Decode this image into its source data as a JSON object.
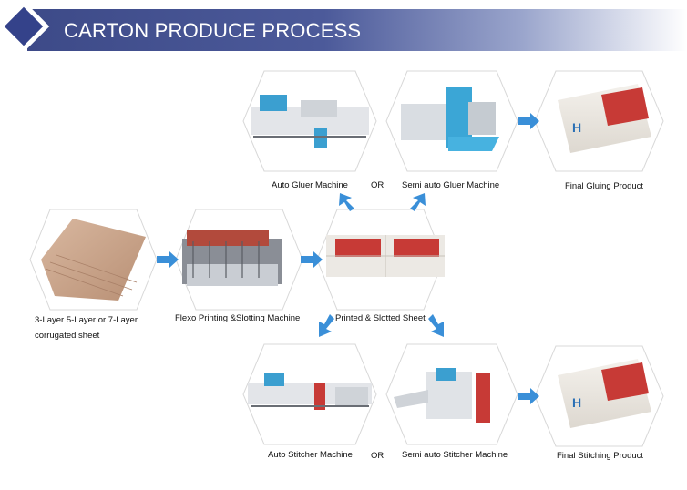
{
  "header": {
    "title": "CARTON PRODUCE PROCESS"
  },
  "nodes": {
    "sheet": "3-Layer 5-Layer or 7-Layer corrugated sheet",
    "flexo": "Flexo Printing &Slotting Machine",
    "printed": "Printed  & Slotted Sheet",
    "auto_gluer": "Auto Gluer Machine",
    "semi_gluer": "Semi auto Gluer Machine",
    "final_gluing": "Final Gluing Product",
    "auto_stitcher": "Auto Stitcher Machine",
    "semi_stitcher": "Semi auto Stitcher Machine",
    "final_stitching": "Final Stitching Product"
  },
  "connectors": {
    "or_top": "OR",
    "or_bottom": "OR"
  },
  "colors": {
    "accent": "#3a8fd8",
    "header": "#3d4a88"
  }
}
